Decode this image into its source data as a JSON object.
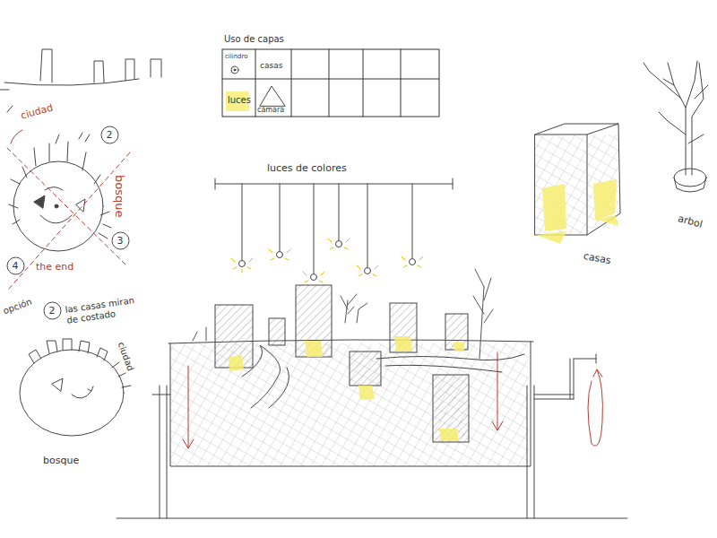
{
  "diagram": {
    "nodes": [
      {
        "text": [
          "2"
        ]
      },
      {
        "text": [
          "3"
        ]
      },
      {
        "text": [
          "4"
        ]
      },
      {
        "text": [
          "2"
        ]
      }
    ],
    "labels": [
      "Uso de capas",
      "cilindro",
      "casas",
      "luces",
      "cámara",
      "ciudad",
      "bosque",
      "the end",
      "opción",
      "las casas miran de costado",
      "ciudad",
      "bosque",
      "luces de colores",
      "casas",
      "arbol"
    ]
  }
}
